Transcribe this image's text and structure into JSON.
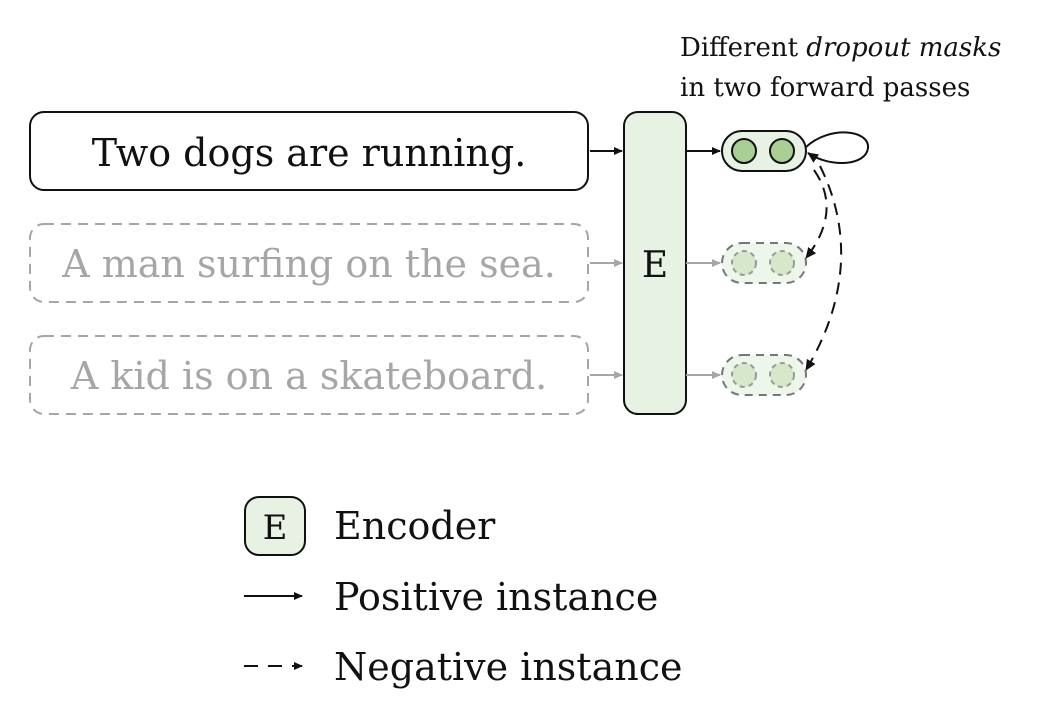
{
  "caption": {
    "line1_prefix": "Different ",
    "line1_emph": "dropout masks",
    "line2": "in two forward passes"
  },
  "sentences": [
    {
      "text": "Two dogs are running.",
      "style": "active"
    },
    {
      "text": "A man surfing on the sea.",
      "style": "faded"
    },
    {
      "text": "A kid is on a skateboard.",
      "style": "faded"
    }
  ],
  "encoder": {
    "label": "E"
  },
  "legend": {
    "encoder_symbol": "E",
    "encoder_label": "Encoder",
    "positive_label": "Positive instance",
    "negative_label": "Negative instance"
  },
  "colors": {
    "encoder_fill": "#e8f2e4",
    "node_fill_active": "#a9cf94",
    "node_fill_faded": "#d6e8c9",
    "faded_gray": "#a6a6a6",
    "stroke": "#111111"
  }
}
